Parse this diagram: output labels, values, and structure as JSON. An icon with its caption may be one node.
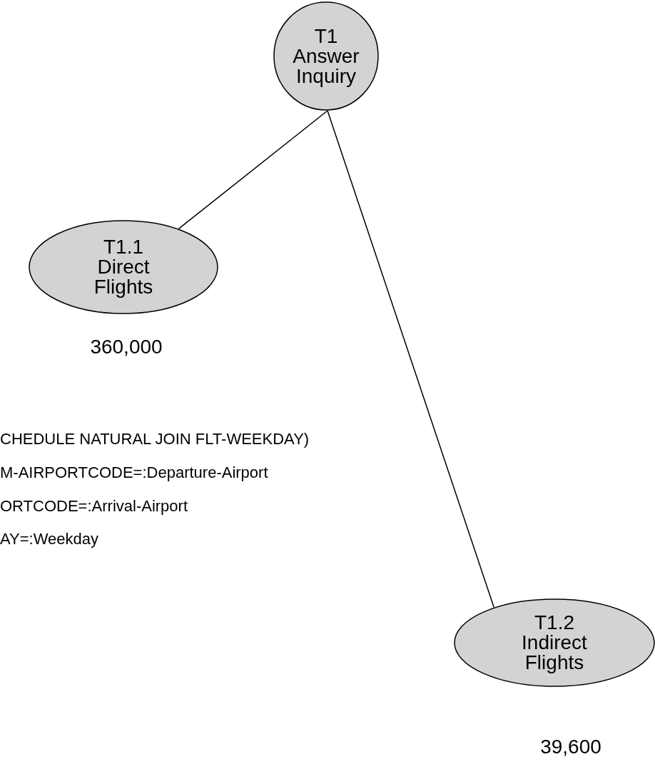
{
  "diagram": {
    "nodes": [
      {
        "text": [
          "T1 Answer Inquiry"
        ]
      },
      {
        "text": [
          "T1.1 Direct Flights"
        ],
        "beside": [
          "360,000"
        ]
      },
      {
        "text": [
          "T1.2 Indirect Flights"
        ],
        "beside": [
          "39,600"
        ]
      }
    ],
    "edges": [
      {
        "from": 0,
        "to": 1,
        "arrow": "none"
      },
      {
        "from": 0,
        "to": 2,
        "arrow": "none"
      }
    ],
    "labels": [
      "CHEDULE NATURAL JOIN FLT-WEEKDAY)",
      "M-AIRPORTCODE=:Departure-Airport",
      "ORTCODE=:Arrival-Airport",
      "AY=:Weekday"
    ]
  }
}
